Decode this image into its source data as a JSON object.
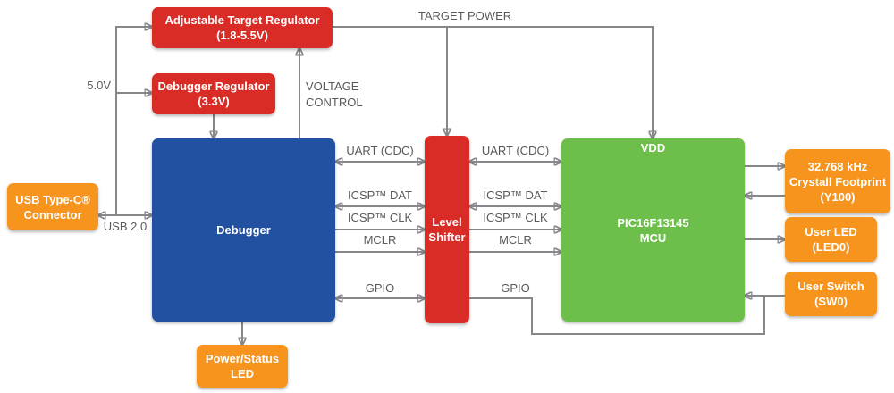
{
  "diagram": {
    "blocks": {
      "adjustable_regulator": {
        "line1": "Adjustable Target Regulator",
        "line2": "(1.8-5.5V)"
      },
      "debugger_regulator": {
        "line1": "Debugger Regulator",
        "line2": "(3.3V)"
      },
      "usb_connector": {
        "line1": "USB Type-C®",
        "line2": "Connector"
      },
      "debugger": {
        "line1": "Debugger"
      },
      "level_shifter": {
        "line1": "Level",
        "line2": "Shifter"
      },
      "mcu": {
        "line1": "PIC16F13145",
        "line2": "MCU",
        "pin_label": "VDD"
      },
      "crystal": {
        "line1": "32.768 kHz",
        "line2": "Crystall Footprint",
        "line3": "(Y100)"
      },
      "user_led": {
        "line1": "User LED",
        "line2": "(LED0)"
      },
      "user_switch": {
        "line1": "User Switch",
        "line2": "(SW0)"
      },
      "power_status_led": {
        "line1": "Power/Status",
        "line2": "LED"
      }
    },
    "labels": {
      "supply_5v": "5.0V",
      "usb": "USB 2.0",
      "voltage_control_1": "VOLTAGE",
      "voltage_control_2": "CONTROL",
      "target_power": "TARGET POWER"
    },
    "signals": {
      "uart": "UART (CDC)",
      "icsp_dat": "ICSP™ DAT",
      "icsp_clk": "ICSP™ CLK",
      "mclr": "MCLR",
      "gpio": "GPIO"
    },
    "colors": {
      "regulator_red": "#D92C27",
      "debugger_blue": "#2251A1",
      "mcu_green": "#6EBE4C",
      "peripheral_orange": "#F7941D",
      "wire_gray": "#85878A",
      "label_gray": "#58595B"
    }
  }
}
